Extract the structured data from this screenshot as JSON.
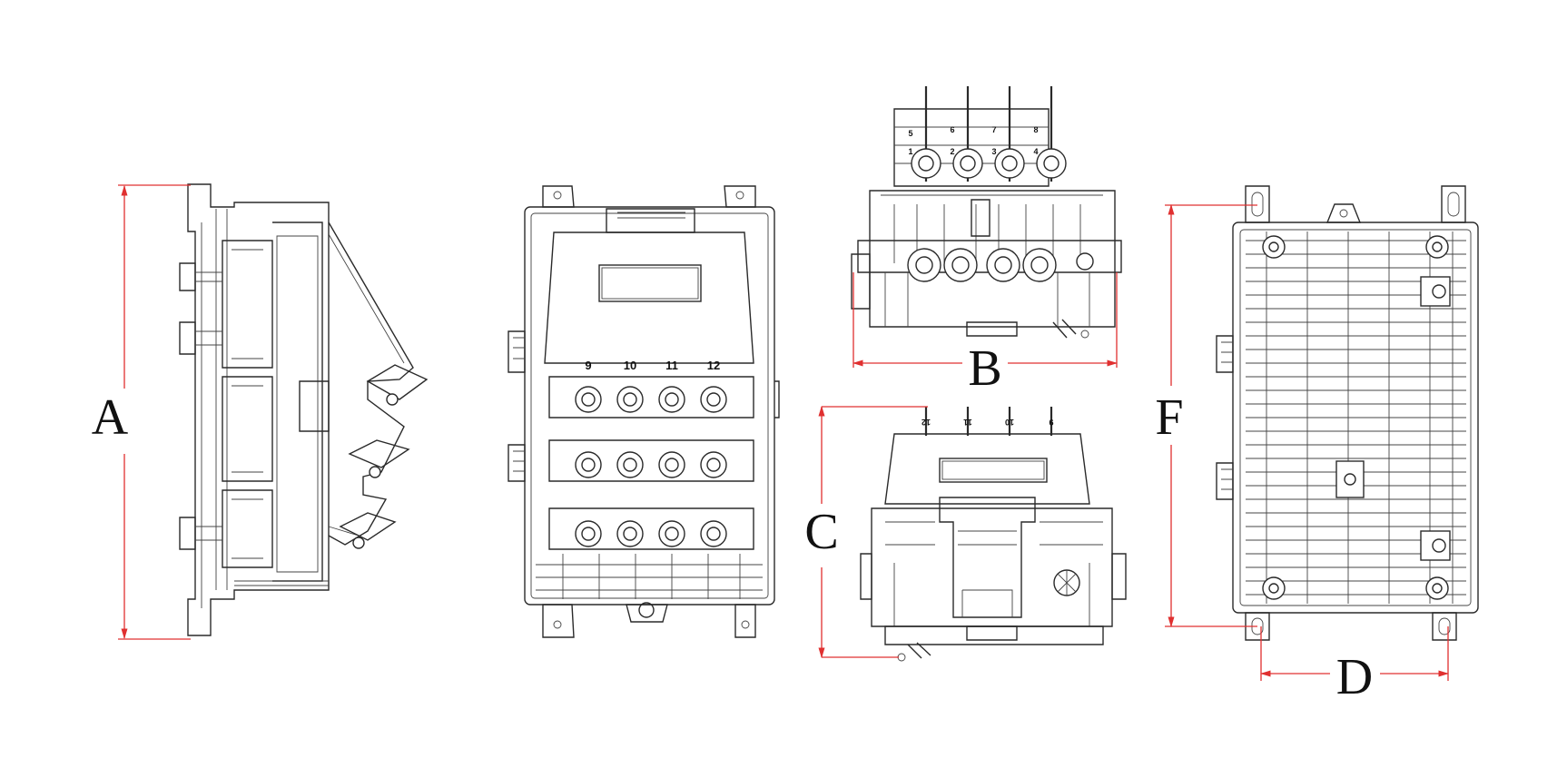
{
  "dimensions": {
    "A": "A",
    "B": "B",
    "C": "C",
    "D": "D",
    "F": "F"
  },
  "front_view": {
    "port_labels": [
      "9",
      "10",
      "11",
      "12"
    ]
  },
  "top_view": {
    "port_labels_top": [
      "5",
      "6",
      "7",
      "8"
    ],
    "port_labels_bottom": [
      "1",
      "2",
      "3",
      "4"
    ]
  },
  "bottom_view": {
    "port_labels": [
      "12",
      "11",
      "10",
      "9"
    ]
  },
  "colors": {
    "dimension_line": "#e03030",
    "drawing_line": "#2a2a2a"
  }
}
